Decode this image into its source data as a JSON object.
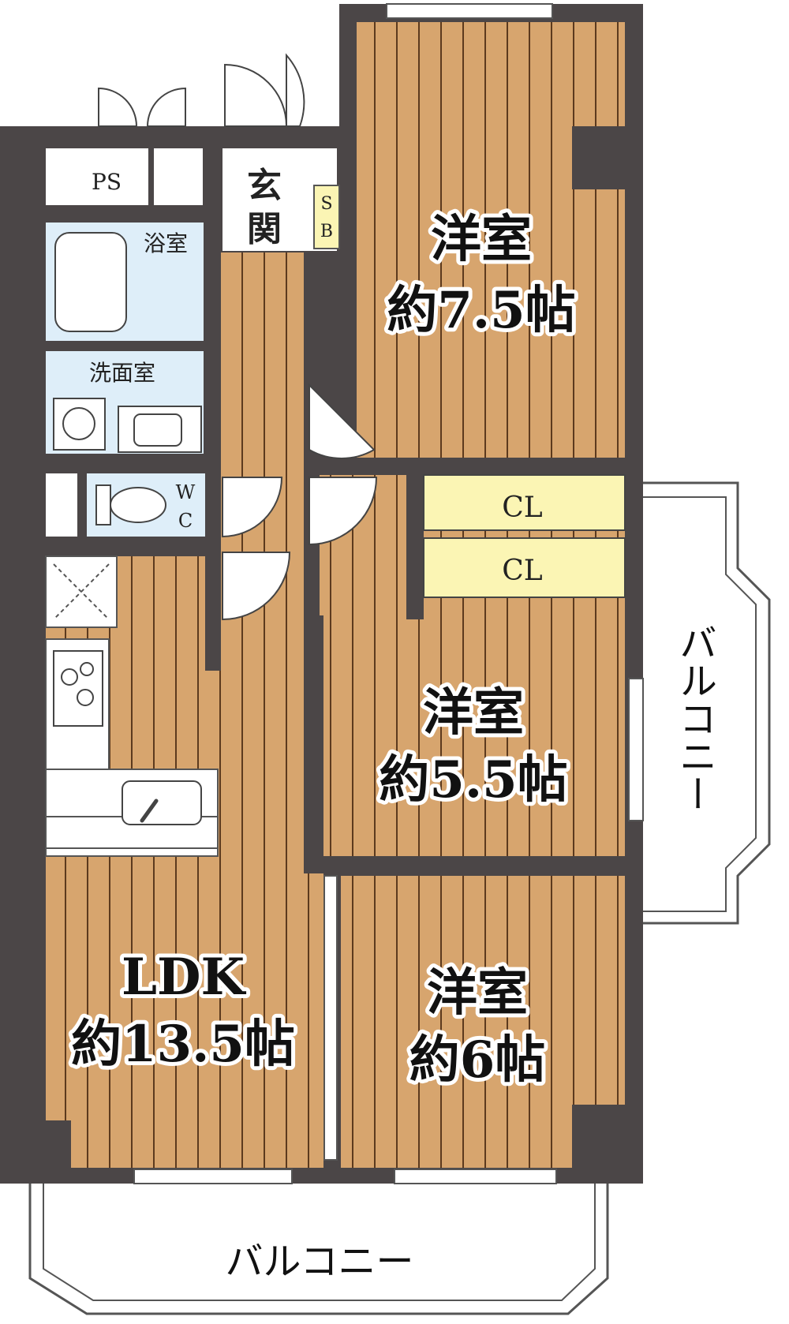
{
  "colors": {
    "wall": "#4b4647",
    "floor": "#d7a56e",
    "floor_line": "#5c3a1e",
    "wet_area": "#deeef9",
    "closet": "#fbf5b4",
    "entrance": "#ffffff",
    "balcony": "#ffffff"
  },
  "rooms": {
    "western_1": {
      "name": "洋室",
      "size": "約7.5帖"
    },
    "western_2": {
      "name": "洋室",
      "size": "約5.5帖"
    },
    "western_3": {
      "name": "洋室",
      "size": "約6帖"
    },
    "ldk": {
      "name": "LDK",
      "size": "約13.5帖"
    }
  },
  "labels": {
    "ps": "PS",
    "bath": "浴室",
    "washroom": "洗面室",
    "wc_w": "W",
    "wc_c": "C",
    "entrance_1": "玄",
    "entrance_2": "関",
    "sb_s": "S",
    "sb_b": "B",
    "closet_1": "CL",
    "closet_2": "CL",
    "balcony_side": "バルコニー",
    "balcony_bottom": "バルコニー"
  },
  "icons": [
    "door-swing-icon",
    "bathtub-icon",
    "sink-icon",
    "toilet-icon",
    "washing-machine-icon",
    "stove-icon",
    "refrigerator-icon",
    "window-icon"
  ]
}
